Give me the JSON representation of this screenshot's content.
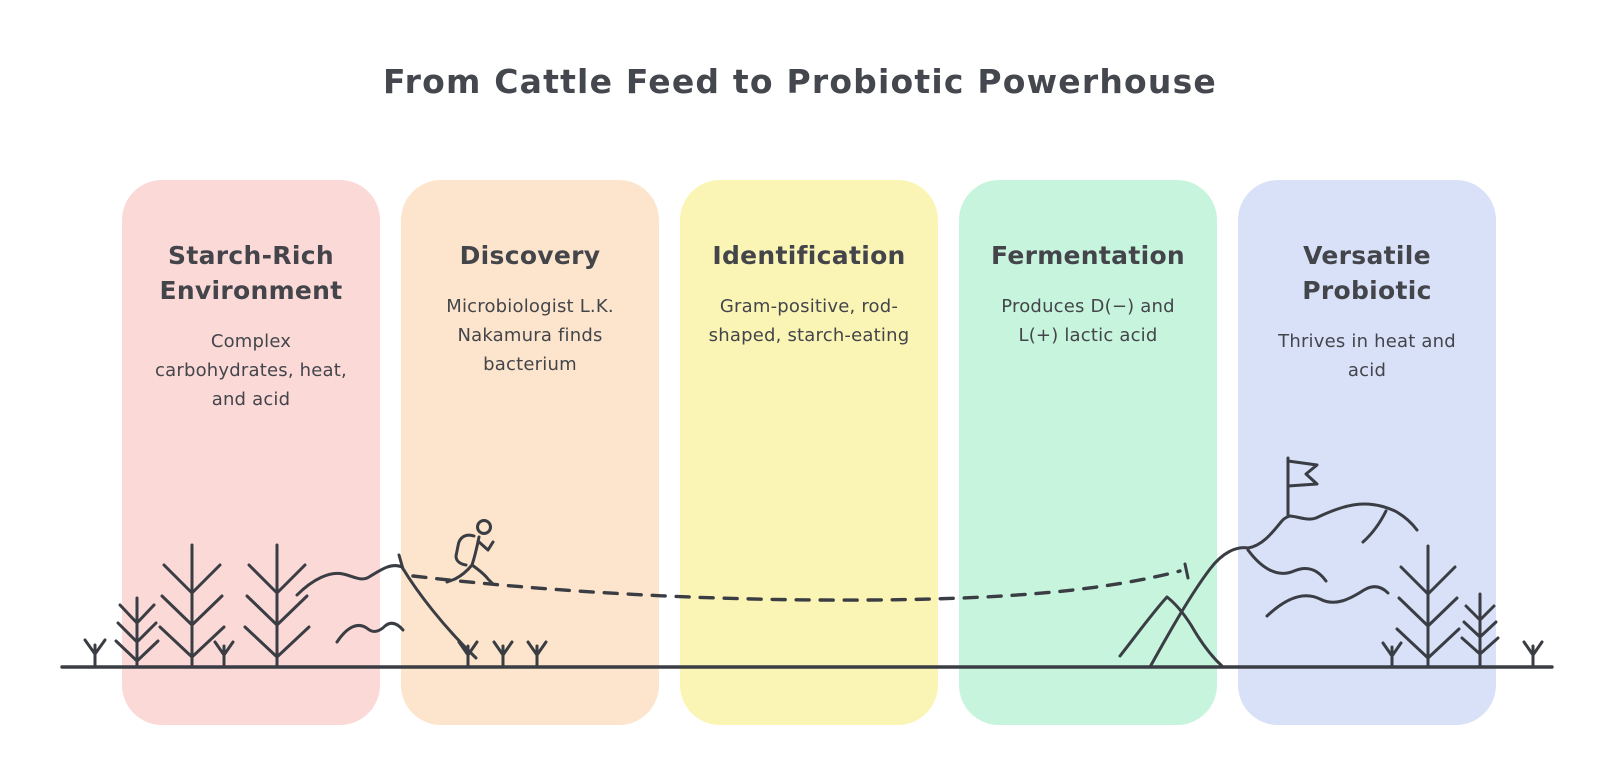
{
  "title": "From Cattle Feed to Probiotic Powerhouse",
  "colors": {
    "background": "#ffffff",
    "title_text": "#45474e",
    "card_text": "#43454b",
    "line_stroke": "#3a3d43"
  },
  "stages": [
    {
      "title": "Starch-Rich Environment",
      "description": "Complex carbohydrates, heat, and acid",
      "color": "#fbd9d7"
    },
    {
      "title": "Discovery",
      "description": "Microbiologist L.K. Nakamura finds bacterium",
      "color": "#fce5cc"
    },
    {
      "title": "Identification",
      "description": "Gram-positive, rod-shaped, starch-eating",
      "color": "#fbf5b5"
    },
    {
      "title": "Fermentation",
      "description": "Produces D(−) and L(+) lactic acid",
      "color": "#c7f4dc"
    },
    {
      "title": "Versatile Probiotic",
      "description": "Thrives in heat and acid",
      "color": "#d8e1f7"
    }
  ],
  "illustration": {
    "elements": [
      "left-forest-pines-and-saplings",
      "rolling-hills",
      "hiker-with-backpack",
      "small-saplings",
      "dashed-trail",
      "mountain-range",
      "summit-flag",
      "right-forest-pines-and-saplings",
      "ground-line"
    ]
  }
}
